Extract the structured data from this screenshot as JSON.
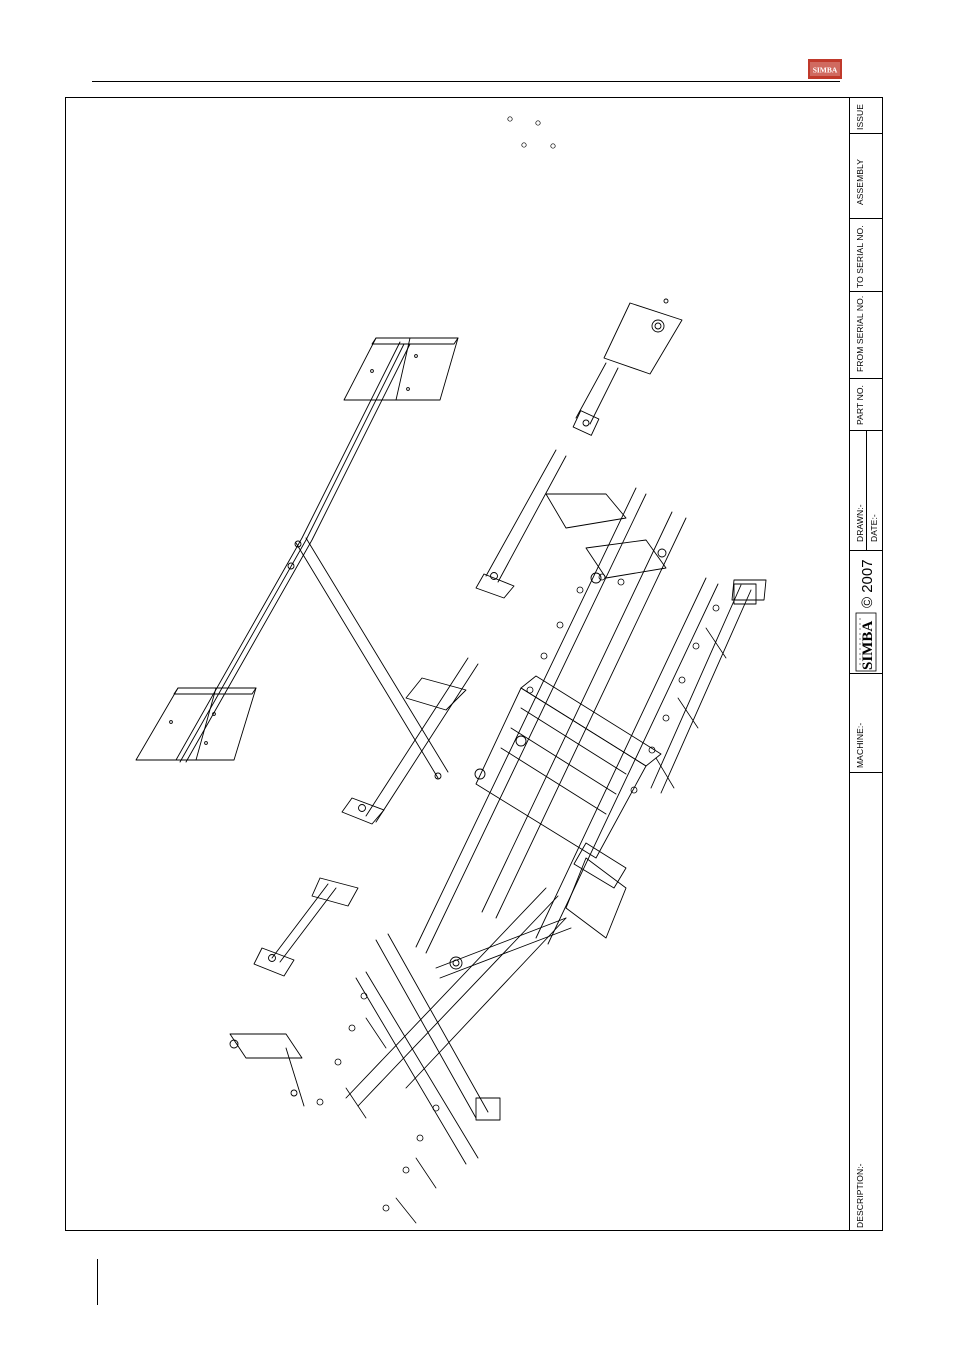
{
  "header": {
    "logo_text": "SIMBA"
  },
  "title_block": {
    "description_label": "DESCRIPTION:-",
    "machine_label": "MACHINE:-",
    "logo_text": "SIMBA",
    "copyright": "© 2007",
    "drawn_label": "DRAWN:-",
    "date_label": "DATE:-",
    "part_no_label": "PART NO.",
    "from_serial_label": "FROM SERIAL NO.",
    "to_serial_label": "TO SERIAL NO.",
    "assembly_label": "ASSEMBLY",
    "issue_label": "ISSUE"
  },
  "colors": {
    "line": "#000000",
    "logo_red": "#c0392b"
  }
}
